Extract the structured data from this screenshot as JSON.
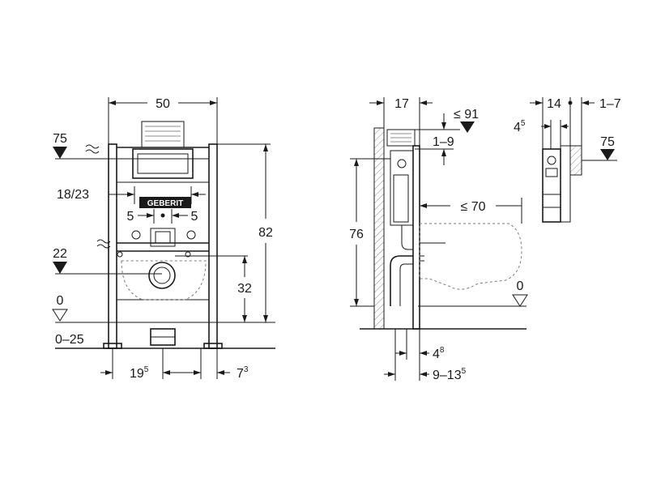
{
  "front_view": {
    "width_label": "50",
    "height_label": "82",
    "flush_height_label": "75",
    "supply_height_label": "22",
    "drain_height_label": "32",
    "floor_label": "0",
    "floor_range_label": "0–25",
    "bolt_spacing_label": "18/23",
    "offset_left_label": "5",
    "offset_right_label": "5",
    "foot_dim_label": "19",
    "foot_dim_sup": "5",
    "edge_dim_label": "7",
    "edge_dim_sup": "3",
    "brand_text": "GEBERIT"
  },
  "side_view": {
    "depth_label": "17",
    "top_label": "≤ 91",
    "adjust_label": "1–9",
    "height_label": "76",
    "projection_label": "≤ 70",
    "floor_label": "0",
    "wall_gap_label": "4",
    "wall_gap_sup": "8",
    "depth_range_label": "9–13",
    "depth_range_sup": "5"
  },
  "detail_view": {
    "depth_label": "14",
    "range_label": "1–7",
    "offset_label": "4",
    "offset_sup": "5",
    "height_label": "75"
  },
  "colors": {
    "line": "#1a1a1a",
    "hatch": "#8c8c8c",
    "background": "#ffffff"
  }
}
